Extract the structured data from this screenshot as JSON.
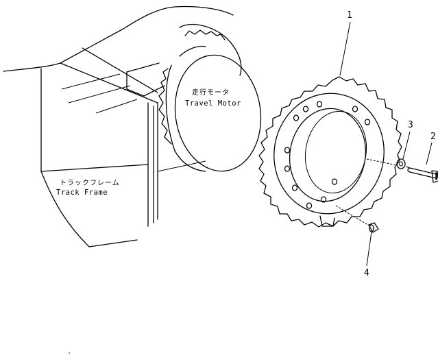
{
  "labels": {
    "motor_jp": "走行モータ",
    "motor_en": "Travel Motor",
    "frame_jp": "トラックフレーム",
    "frame_en": "Track Frame"
  },
  "callouts": {
    "sprocket": "1",
    "bolt": "2",
    "washer": "3",
    "plug": "4"
  }
}
